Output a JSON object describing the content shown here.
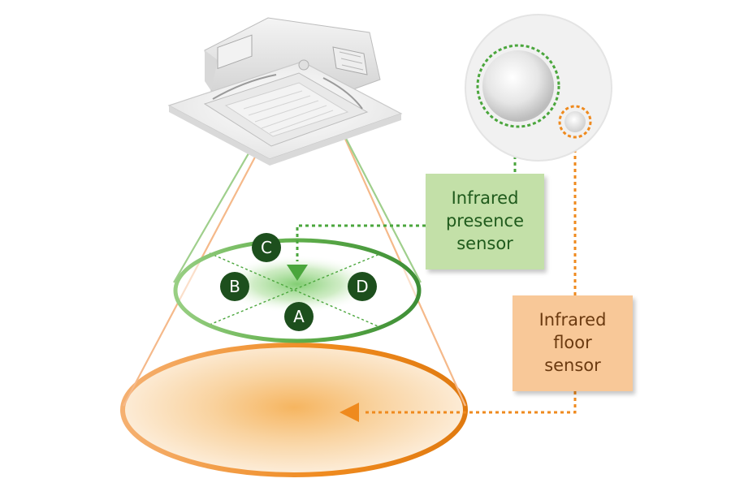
{
  "labels": {
    "presence_sensor": "Infrared\npresence\nsensor",
    "floor_sensor": "Infrared\nfloor\nsensor"
  },
  "zones": {
    "a": "A",
    "b": "B",
    "c": "C",
    "d": "D"
  },
  "colors": {
    "green_accent": "#4aa63c",
    "green_dark": "#1d4f1d",
    "orange_accent": "#ef8a1e",
    "presence_box": "#c3e0a8",
    "floor_box": "#f8c898"
  }
}
